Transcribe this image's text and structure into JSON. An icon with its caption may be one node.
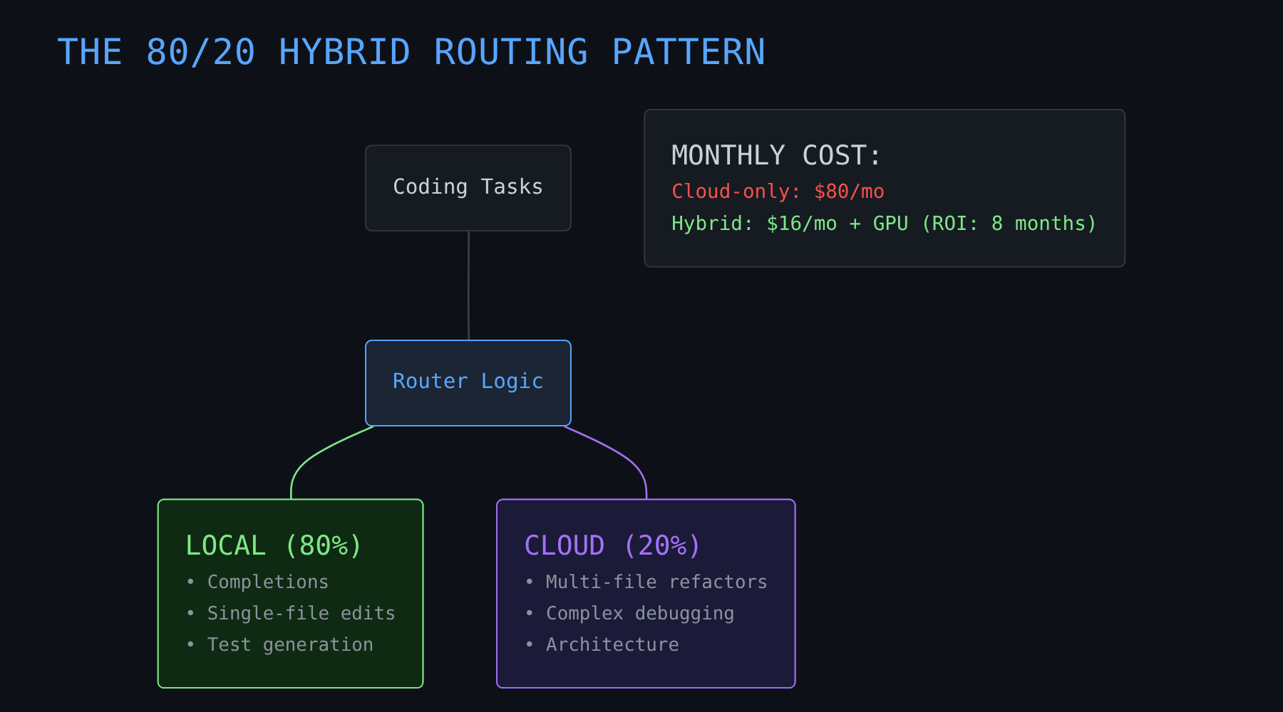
{
  "diagram": {
    "title": "THE 80/20 HYBRID ROUTING PATTERN",
    "nodes": [
      {
        "text": [
          "Coding Tasks"
        ]
      },
      {
        "text": [
          "Router Logic"
        ]
      },
      {
        "text": [
          "LOCAL (80%)",
          "• Completions",
          "• Single-file edits",
          "• Test generation"
        ]
      },
      {
        "text": [
          "CLOUD (20%)",
          "• Multi-file refactors",
          "• Complex debugging",
          "• Architecture"
        ]
      },
      {
        "text": [
          "MONTHLY COST:",
          "Cloud-only: $80/mo",
          "Hybrid: $16/mo + GPU (ROI: 8 months)"
        ]
      }
    ],
    "edges": [
      {
        "from": 0,
        "to": 1,
        "arrow": "none",
        "color": "#3d434b"
      },
      {
        "from": 1,
        "to": 2,
        "arrow": "none",
        "color": "#7ee787"
      },
      {
        "from": 1,
        "to": 3,
        "arrow": "none",
        "color": "#a371f7"
      }
    ]
  }
}
